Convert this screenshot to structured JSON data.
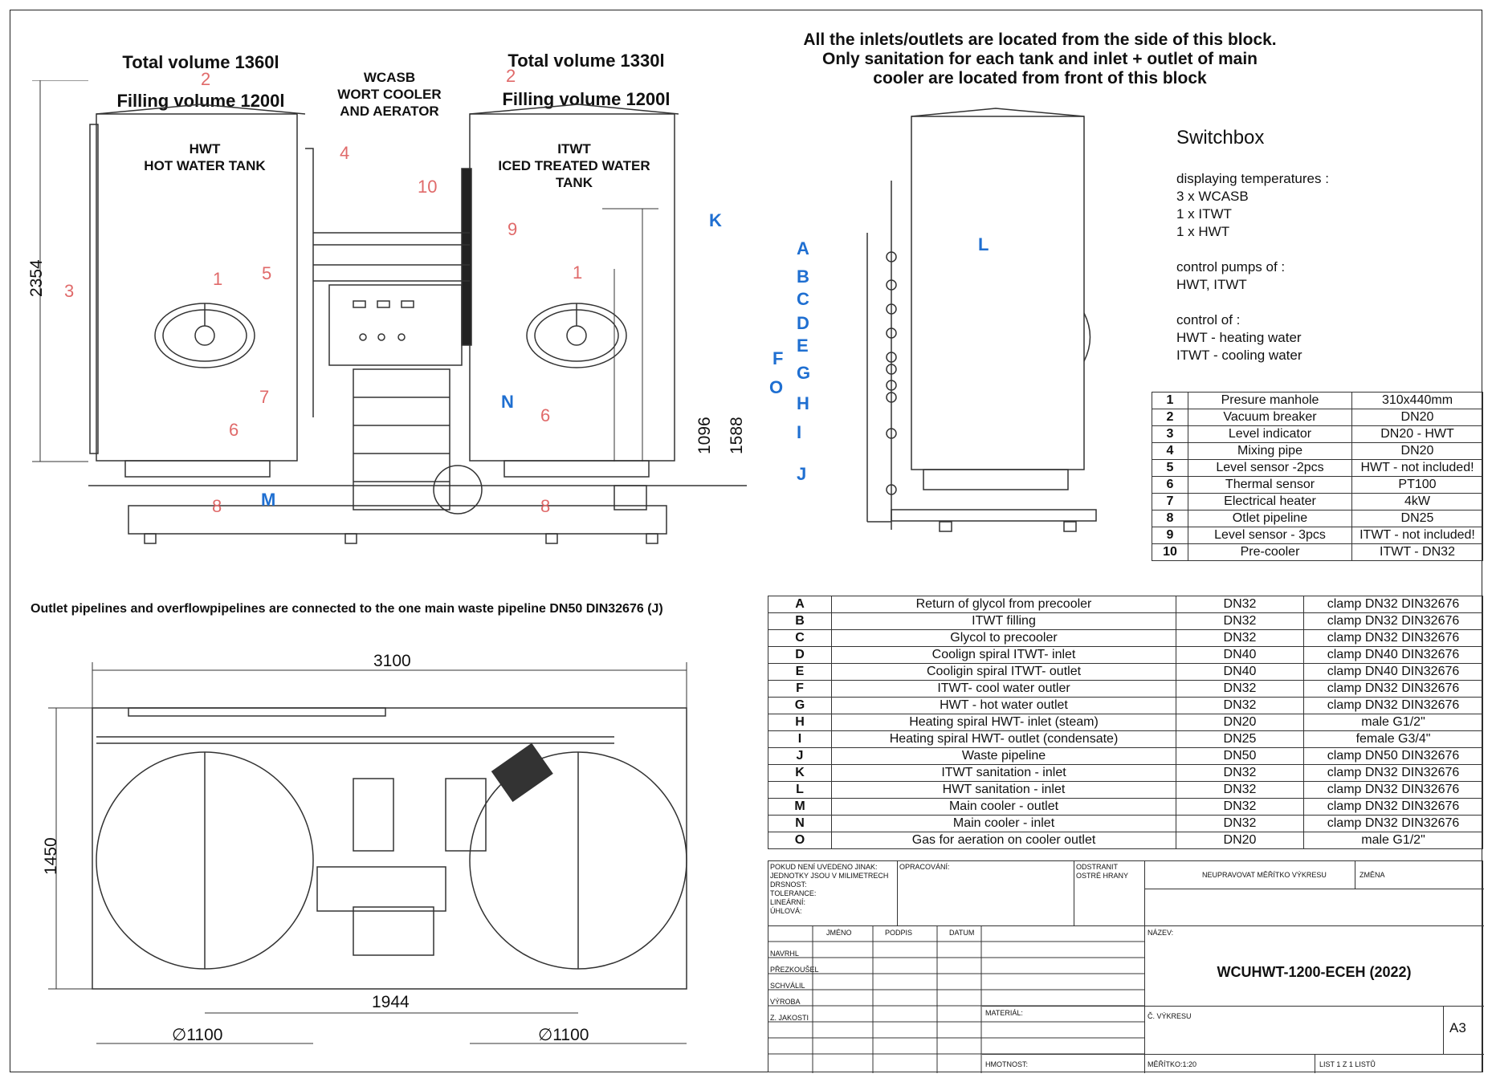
{
  "hwt": {
    "volume_total": "Total volume 1360l",
    "volume_filling": "Filling volume 1200l",
    "name": "HWT\nHOT WATER TANK"
  },
  "itwt": {
    "volume_total": "Total volume 1330l",
    "volume_filling": "Filling volume 1200l",
    "name": "ITWT\nICED TREATED WATER\nTANK"
  },
  "wcasb": "WCASB\nWORT COOLER\nAND AERATOR",
  "side_note": "All the inlets/outlets are located from the side of this block.\nOnly sanitation for each tank and inlet + outlet of main\ncooler are located from front of this block",
  "switchbox": {
    "title": "Switchbox",
    "lines": [
      "displaying temperatures :",
      "3 x WCASB",
      "1 x ITWT",
      "1 x HWT",
      "",
      "control pumps of :",
      "HWT, ITWT",
      "",
      "control of :",
      "HWT - heating water",
      "ITWT - cooling water"
    ]
  },
  "front_view_red_labels": [
    "2",
    "2",
    "4",
    "10",
    "9",
    "3",
    "5",
    "1",
    "1",
    "7",
    "6",
    "6",
    "8",
    "8"
  ],
  "front_view_blue_labels": [
    "K",
    "N",
    "M"
  ],
  "side_view_labels": [
    "A",
    "B",
    "C",
    "D",
    "E",
    "F",
    "G",
    "O",
    "H",
    "I",
    "J",
    "L"
  ],
  "dimensions": {
    "height_total": "2354",
    "height_1096": "1096",
    "height_1588": "1588",
    "width_total": "3100",
    "depth_total": "1450",
    "spacing": "1944",
    "dia_left": "∅1100",
    "dia_right": "∅1100"
  },
  "waste_note": "Outlet pipelines and overflowpipelines are connected to the one main waste pipeline DN50 DIN32676 (J)",
  "parts_table": [
    [
      "1",
      "Presure manhole",
      "310x440mm"
    ],
    [
      "2",
      "Vacuum breaker",
      "DN20"
    ],
    [
      "3",
      "Level indicator",
      "DN20 - HWT"
    ],
    [
      "4",
      "Mixing pipe",
      "DN20"
    ],
    [
      "5",
      "Level sensor -2pcs",
      "HWT - not included!"
    ],
    [
      "6",
      "Thermal sensor",
      "PT100"
    ],
    [
      "7",
      "Electrical heater",
      "4kW"
    ],
    [
      "8",
      "Otlet pipeline",
      "DN25"
    ],
    [
      "9",
      "Level sensor - 3pcs",
      "ITWT - not included!"
    ],
    [
      "10",
      "Pre-cooler",
      "ITWT - DN32"
    ]
  ],
  "ports_table": [
    [
      "A",
      "Return of glycol from precooler",
      "DN32",
      "clamp DN32 DIN32676"
    ],
    [
      "B",
      "ITWT filling",
      "DN32",
      "clamp DN32 DIN32676"
    ],
    [
      "C",
      "Glycol to precooler",
      "DN32",
      "clamp DN32 DIN32676"
    ],
    [
      "D",
      "Coolign spiral ITWT- inlet",
      "DN40",
      "clamp DN40 DIN32676"
    ],
    [
      "E",
      "Cooligin spiral ITWT- outlet",
      "DN40",
      "clamp DN40 DIN32676"
    ],
    [
      "F",
      "ITWT- cool water outler",
      "DN32",
      "clamp DN32 DIN32676"
    ],
    [
      "G",
      "HWT - hot water outlet",
      "DN32",
      "clamp DN32 DIN32676"
    ],
    [
      "H",
      "Heating spiral HWT- inlet (steam)",
      "DN20",
      "male G1/2\""
    ],
    [
      "I",
      "Heating spiral HWT- outlet (condensate)",
      "DN25",
      "female G3/4\""
    ],
    [
      "J",
      "Waste pipeline",
      "DN50",
      "clamp DN50 DIN32676"
    ],
    [
      "K",
      "ITWT sanitation - inlet",
      "DN32",
      "clamp DN32 DIN32676"
    ],
    [
      "L",
      "HWT sanitation - inlet",
      "DN32",
      "clamp DN32 DIN32676"
    ],
    [
      "M",
      "Main cooler - outlet",
      "DN32",
      "clamp DN32 DIN32676"
    ],
    [
      "N",
      "Main cooler - inlet",
      "DN32",
      "clamp DN32 DIN32676"
    ],
    [
      "O",
      "Gas for aeration on cooler outlet",
      "DN20",
      "male G1/2\""
    ]
  ],
  "title_block": {
    "tolerance": "POKUD NENÍ UVEDENO JINAK:\nJEDNOTKY JSOU V MILIMETRECH\nDRSNOST:\nTOLERANCE:\n   LINEÁRNÍ:\n   ÚHLOVÁ:",
    "opracovani": "OPRACOVÁNÍ:",
    "odstranit": "ODSTRANIT\nOSTRÉ HRANY",
    "neupravovat": "NEUPRAVOVAT MĚŘÍTKO VÝKRESU",
    "zmena": "ZMĚNA",
    "cols": [
      "JMÉNO",
      "PODPIS",
      "DATUM"
    ],
    "rows": [
      "NAVRHL",
      "PŘEZKOUŠEL",
      "SCHVÁLIL",
      "VÝROBA",
      "Z. JAKOSTI"
    ],
    "nazev": "NÁZEV:",
    "title": "WCUHWT-1200-ECEH (2022)",
    "material": "MATERIÁL:",
    "vykres": "Č. VÝKRESU",
    "format": "A3",
    "hmotnost": "HMOTNOST:",
    "meritko": "MĚŘÍTKO:1:20",
    "list": "LIST 1 Z 1 LISTŮ"
  }
}
